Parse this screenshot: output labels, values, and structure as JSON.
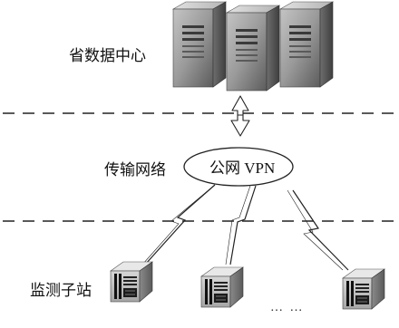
{
  "labels": {
    "data_center": "省数据中心",
    "network": "传输网络",
    "public_network": "公网 VPN",
    "substation": "监测子站",
    "ellipsis": "… …"
  }
}
